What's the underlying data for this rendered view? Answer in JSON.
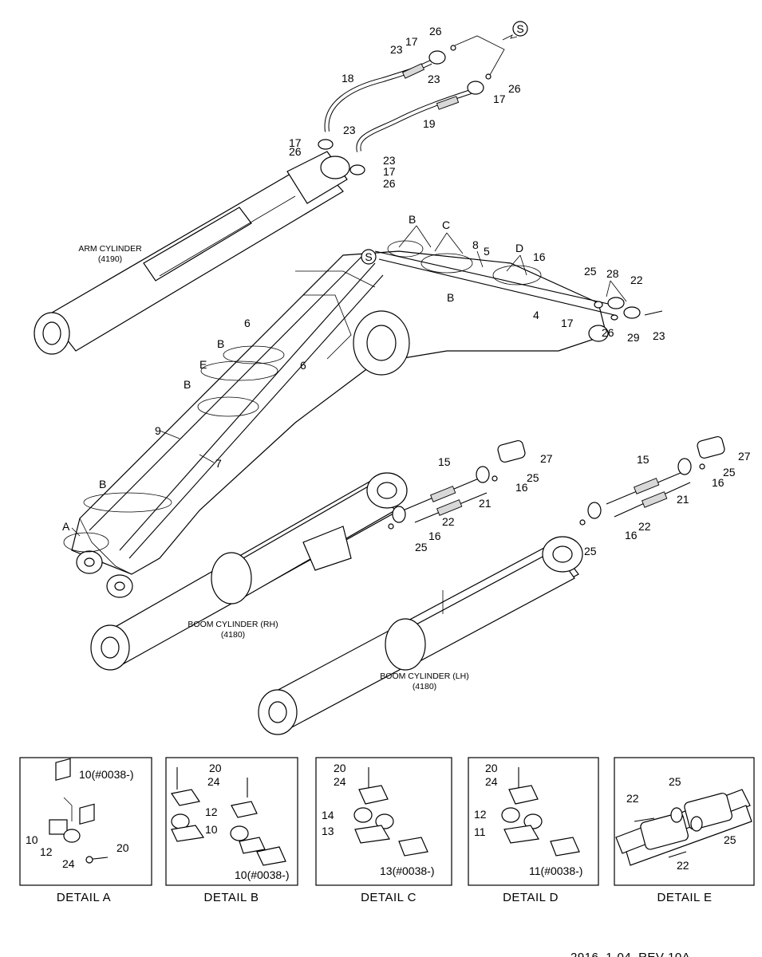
{
  "labels": {
    "arm_cylinder": "ARM CYLINDER",
    "arm_cylinder_code": "(4190)",
    "boom_rh": "BOOM CYLINDER (RH)",
    "boom_rh_code": "(4180)",
    "boom_lh": "BOOM CYLINDER (LH)",
    "boom_lh_code": "(4180)",
    "footer": "2916_1-04_REV 10A"
  },
  "callouts": {
    "s": "S",
    "p4": "4",
    "p5": "5",
    "p6": "6",
    "p7": "7",
    "p8": "8",
    "p9": "9",
    "p15": "15",
    "p16": "16",
    "p17": "17",
    "p18": "18",
    "p19": "19",
    "p21": "21",
    "p22": "22",
    "p23": "23",
    "p25": "25",
    "p26": "26",
    "p27": "27",
    "p28": "28",
    "p29": "29",
    "a": "A",
    "b": "B",
    "c": "C",
    "d": "D",
    "e": "E"
  },
  "details": {
    "a": {
      "title": "DETAIL  A",
      "parts": {
        "p10s": "10(#0038-)",
        "p10": "10",
        "p12": "12",
        "p24": "24",
        "p20": "20"
      }
    },
    "b": {
      "title": "DETAIL  B",
      "parts": {
        "p20": "20",
        "p24": "24",
        "p12": "12",
        "p10": "10",
        "p10s": "10(#0038-)"
      }
    },
    "c": {
      "title": "DETAIL  C",
      "parts": {
        "p20": "20",
        "p24": "24",
        "p14": "14",
        "p13": "13",
        "p13s": "13(#0038-)"
      }
    },
    "d": {
      "title": "DETAIL  D",
      "parts": {
        "p20": "20",
        "p24": "24",
        "p12": "12",
        "p11": "11",
        "p11s": "11(#0038-)"
      }
    },
    "e": {
      "title": "DETAIL  E",
      "parts": {
        "p22": "22",
        "p25": "25"
      }
    }
  }
}
